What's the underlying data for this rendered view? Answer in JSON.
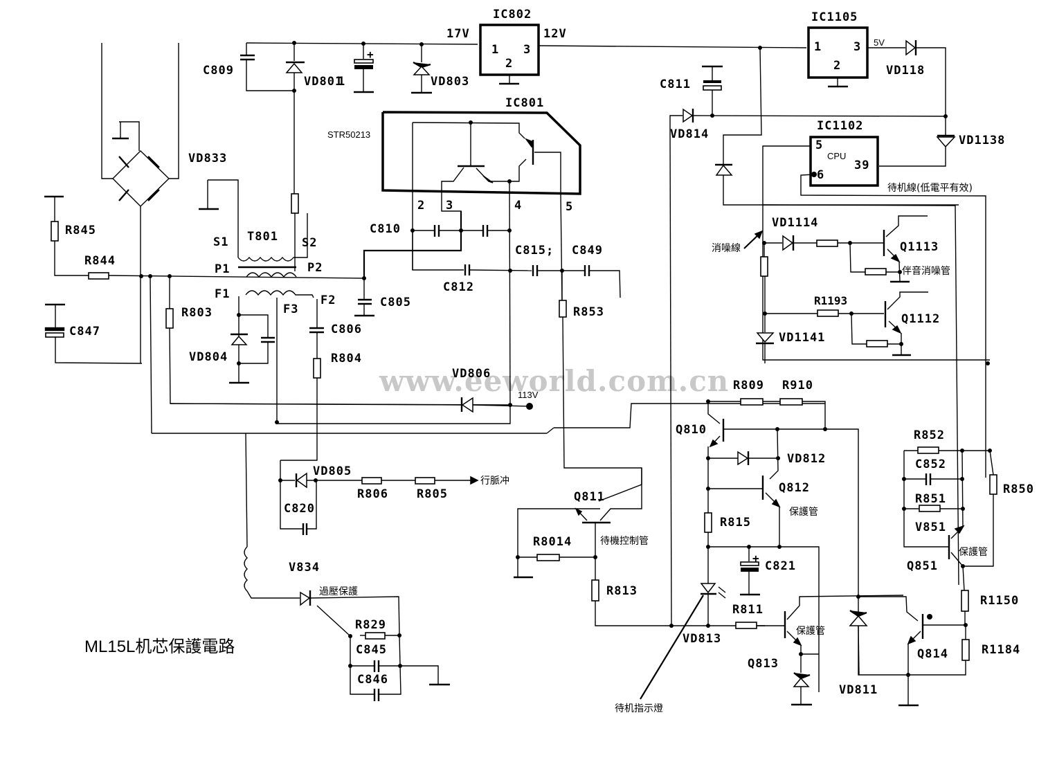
{
  "title": "ML15L机芯保護電路",
  "watermark": "www.eeworld.com.cn",
  "ics": {
    "ic802": {
      "name": "IC802",
      "pin1": "1",
      "pin2": "2",
      "pin3": "3",
      "in_voltage": "17V",
      "out_voltage": "12V"
    },
    "ic801": {
      "name": "IC801",
      "part": "STR50213",
      "pin2": "2",
      "pin3": "3",
      "pin4": "4",
      "pin5": "5"
    },
    "ic1105": {
      "name": "IC1105",
      "pin1": "1",
      "pin2": "2",
      "pin3": "3",
      "out_voltage": "5V"
    },
    "ic1102": {
      "name": "IC1102",
      "inner": "CPU",
      "pin5": "5",
      "pin6": "6",
      "pin39": "39"
    }
  },
  "transformer": {
    "name": "T801",
    "s1": "S1",
    "s2": "S2",
    "p1": "P1",
    "p2": "P2",
    "f1": "F1",
    "f2": "F2",
    "f3": "F3"
  },
  "labels": {
    "C809": "C809",
    "VD801": "VD801",
    "VD803": "VD803",
    "VD833": "VD833",
    "R845": "R845",
    "R844": "R844",
    "C847": "C847",
    "R803": "R803",
    "VD804": "VD804",
    "C806": "C806",
    "R804": "R804",
    "C805": "C805",
    "C810": "C810",
    "C812": "C812",
    "C815": "C815;",
    "C849": "C849",
    "R853": "R853",
    "VD806": "VD806",
    "VD805": "VD805",
    "C820": "C820",
    "R806": "R806",
    "R805": "R805",
    "V834": "V834",
    "R829": "R829",
    "C845": "C845",
    "C846": "C846",
    "Q811": "Q811",
    "R8014": "R8014",
    "R813": "R813",
    "R809": "R809",
    "R910": "R910",
    "Q810": "Q810",
    "VD812": "VD812",
    "Q812": "Q812",
    "R815": "R815",
    "C821": "C821",
    "VD813": "VD813",
    "R811": "R811",
    "Q813": "Q813",
    "VD811": "VD811",
    "Q814": "Q814",
    "C811": "C811",
    "VD814": "VD814",
    "VD118": "VD118",
    "VD1138": "VD1138",
    "VD1114": "VD1114",
    "Q1113": "Q1113",
    "R1193": "R1193",
    "Q1112": "Q1112",
    "VD1141": "VD1141",
    "R852": "R852",
    "C852": "C852",
    "R851": "R851",
    "V851": "V851",
    "Q851": "Q851",
    "R850": "R850",
    "R1150": "R1150",
    "R1184": "R1184"
  },
  "notes": {
    "v113": "113V",
    "line_pulse": "行脈冲",
    "overvoltage": "過壓保護",
    "standby_ctrl": "待機控制管",
    "protect_q812": "保護管",
    "protect_q813": "保護管",
    "protect_q851": "保護管",
    "standby_led": "待机指示燈",
    "standby_line": "待机線(低電平有效)",
    "mute_line": "消噪線",
    "audio_mute": "伴音消噪管"
  }
}
